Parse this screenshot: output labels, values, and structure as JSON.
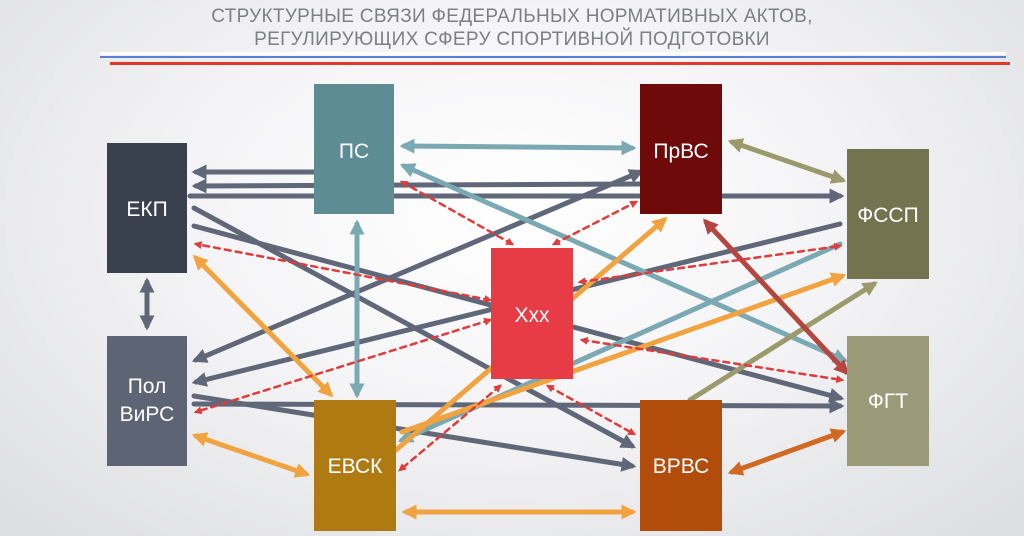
{
  "title": {
    "line1": "СТРУКТУРНЫЕ СВЯЗИ ФЕДЕРАЛЬНЫХ НОРМАТИВНЫХ АКТОВ,",
    "line2": "РЕГУЛИРУЮЩИХ СФЕРУ СПОРТИВНОЙ ПОДГОТОВКИ"
  },
  "nodes": {
    "ps": {
      "label": "ПС",
      "color": "#5d8c94"
    },
    "prvs": {
      "label": "ПрВС",
      "color": "#6e0b0a"
    },
    "ekp": {
      "label": "ЕКП",
      "color": "#39414f"
    },
    "fssp": {
      "label": "ФССП",
      "color": "#737350"
    },
    "xxx": {
      "label": "Ххх",
      "color": "#e73b45"
    },
    "polvirs": {
      "label1": "Пол",
      "label2": "ВиРС",
      "color": "#5d6473"
    },
    "evsk": {
      "label": "ЕВСК",
      "color": "#b07a12"
    },
    "vrvs": {
      "label": "ВРВС",
      "color": "#b14c0a"
    },
    "fgt": {
      "label": "ФГТ",
      "color": "#9b9a78"
    }
  },
  "arrow_colors": {
    "teal": "#7aa9b4",
    "slate": "#5f6778",
    "orange": "#f0a33e",
    "red_dashed": "#e23b3b",
    "olive": "#9b9a6d",
    "dark_red": "#b3473f",
    "rust": "#d06a22"
  }
}
